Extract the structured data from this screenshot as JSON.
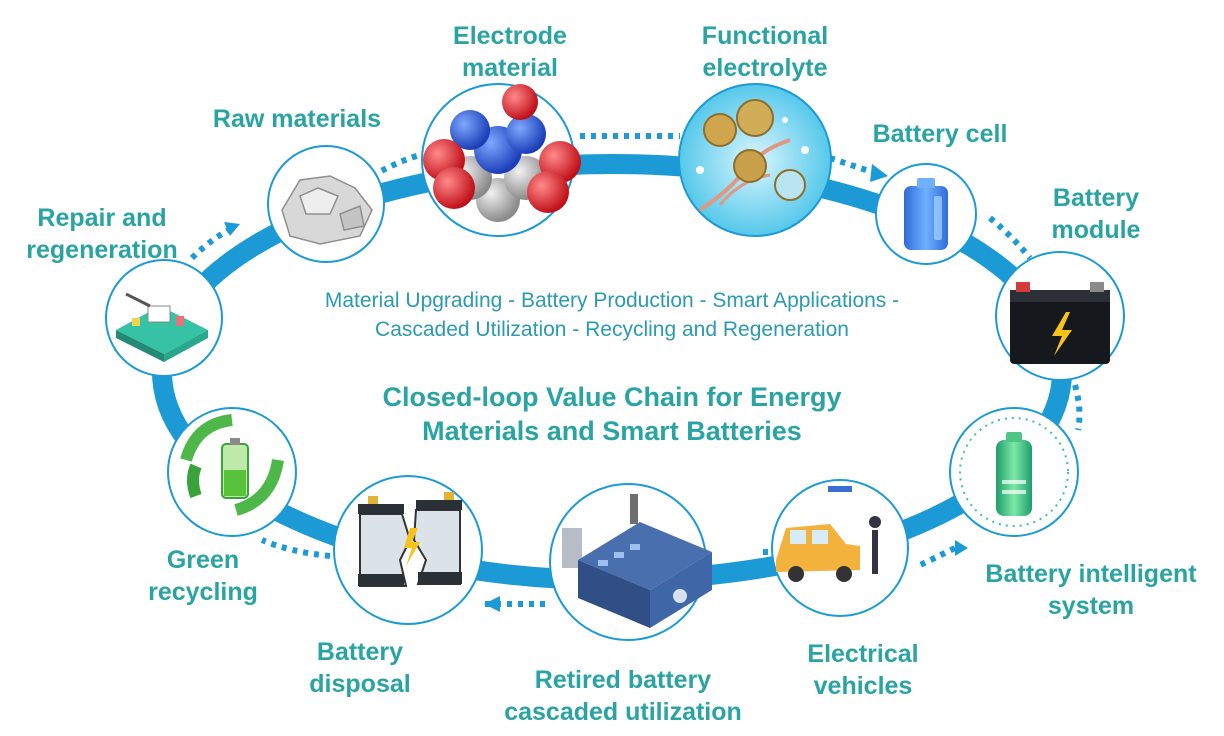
{
  "diagram": {
    "subtitle": {
      "line1": "Material Upgrading - Battery Production - Smart Applications -",
      "line2": "Cascaded Utilization - Recycling and Regeneration"
    },
    "title": {
      "line1": "Closed-loop Value Chain for Energy",
      "line2": "Materials and Smart Batteries"
    },
    "nodes": [
      {
        "id": "raw-materials",
        "lines": [
          "Raw materials"
        ],
        "icon": "crystal-rock-icon"
      },
      {
        "id": "electrode-material",
        "lines": [
          "Electrode",
          "material"
        ],
        "icon": "molecule-icon"
      },
      {
        "id": "functional-electrolyte",
        "lines": [
          "Functional",
          "electrolyte"
        ],
        "icon": "electrolyte-icon"
      },
      {
        "id": "battery-cell",
        "lines": [
          "Battery cell"
        ],
        "icon": "battery-cell-icon"
      },
      {
        "id": "battery-module",
        "lines": [
          "Battery",
          "module"
        ],
        "icon": "car-battery-icon"
      },
      {
        "id": "battery-intelligent-system",
        "lines": [
          "Battery intelligent",
          "system"
        ],
        "icon": "smart-battery-icon"
      },
      {
        "id": "electrical-vehicles",
        "lines": [
          "Electrical",
          "vehicles"
        ],
        "icon": "ev-charging-icon"
      },
      {
        "id": "retired-battery-cascaded-utilization",
        "lines": [
          "Retired battery",
          "cascaded utilization"
        ],
        "icon": "factory-icon"
      },
      {
        "id": "battery-disposal",
        "lines": [
          "Battery",
          "disposal"
        ],
        "icon": "broken-battery-icon"
      },
      {
        "id": "green-recycling",
        "lines": [
          "Green",
          "recycling"
        ],
        "icon": "recycle-battery-icon"
      },
      {
        "id": "repair-and-regeneration",
        "lines": [
          "Repair and",
          "regeneration"
        ],
        "icon": "circuit-repair-icon"
      }
    ],
    "colors": {
      "ring": "#1b9ad6",
      "label": "#2aa3a3",
      "subtitle": "#2a9bb0",
      "node_border": "#1b9ad6"
    }
  }
}
